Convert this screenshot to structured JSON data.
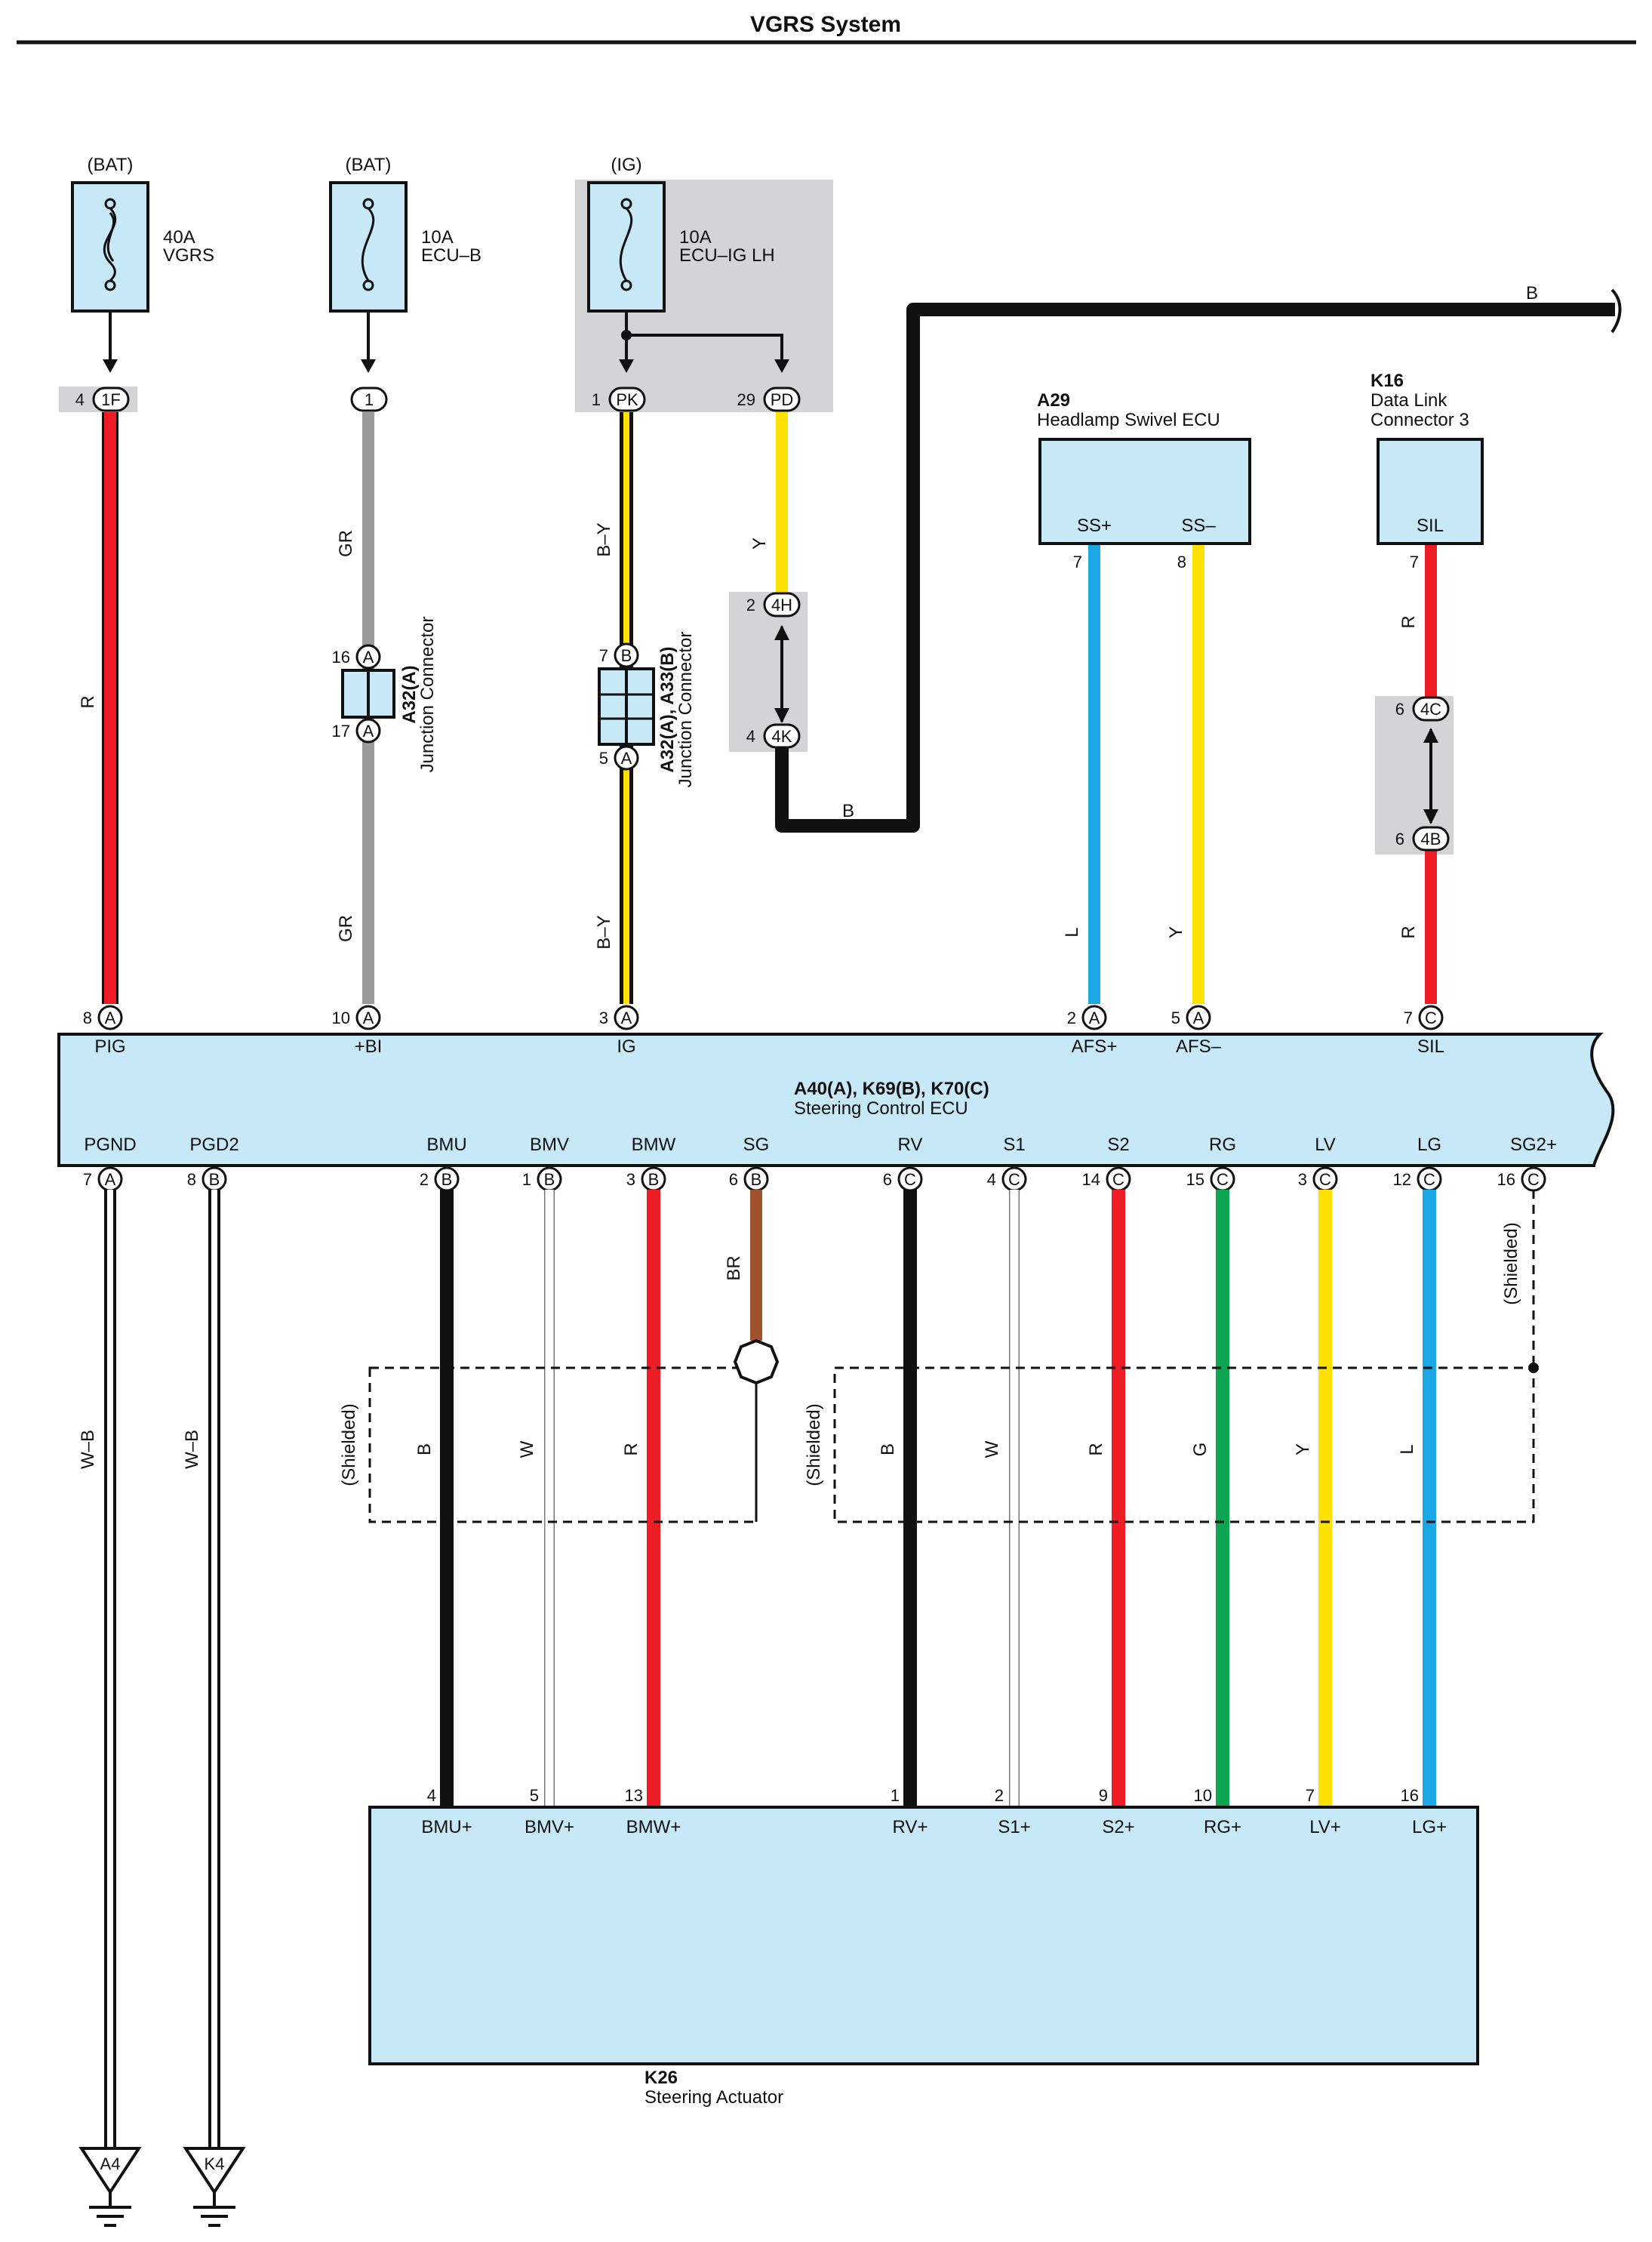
{
  "title": "VGRS System",
  "colors": {
    "R": "#ee1c25",
    "GR": "#9a9a9a",
    "B": "#111111",
    "BY": "#111111",
    "Y": "#ffe100",
    "L": "#1ba7e6",
    "W": "#ffffff",
    "G": "#0ea552",
    "BR": "#a0522d",
    "box": "#c6e8f7",
    "gray": "#d4d4d6"
  },
  "fuses": [
    {
      "source": "(BAT)",
      "amp": "40A",
      "name": "VGRS",
      "icon": "fusible-link-icon"
    },
    {
      "source": "(BAT)",
      "amp": "10A",
      "name": "ECU–B",
      "icon": "fuse-icon"
    },
    {
      "source": "(IG)",
      "amp": "10A",
      "name": "ECU–IG LH",
      "icon": "fuse-icon"
    }
  ],
  "top_connectors": {
    "f1": {
      "pin": "4",
      "code": "1F"
    },
    "ecub": {
      "pin": "",
      "code": "1"
    },
    "pk": {
      "pin": "1",
      "code": "PK"
    },
    "pd": {
      "pin": "29",
      "code": "PD"
    },
    "h4": {
      "pin": "2",
      "code": "4H"
    },
    "k4": {
      "pin": "4",
      "code": "4K"
    },
    "c4": {
      "pin": "6",
      "code": "4C"
    },
    "b4": {
      "pin": "6",
      "code": "4B"
    }
  },
  "junction_connectors": [
    {
      "code": "A32(A)",
      "desc": "Junction Connector",
      "pin_top": "16",
      "letter_top": "A",
      "pin_bottom": "17",
      "letter_bottom": "A"
    },
    {
      "code": "A32(A), A33(B)",
      "desc": "Junction Connector",
      "pin_top": "7",
      "letter_top": "B",
      "pin_bottom": "5",
      "letter_bottom": "A"
    }
  ],
  "wire_labels": {
    "vgrs": "R",
    "ecub_top": "GR",
    "ecub_bottom": "GR",
    "ig_top": "B–Y",
    "ig_bottom": "B–Y",
    "pd": "Y",
    "k4_b": "B",
    "long_b": "B",
    "ssp": "L",
    "ssm": "Y",
    "sil_top": "R",
    "sil_bottom": "R"
  },
  "headlamp_ecu": {
    "code": "A29",
    "name": "Headlamp Swivel ECU",
    "pins": [
      {
        "num": "7",
        "name": "SS+"
      },
      {
        "num": "8",
        "name": "SS–"
      }
    ]
  },
  "dlc": {
    "code": "K16",
    "name1": "Data Link",
    "name2": "Connector 3",
    "pin": {
      "num": "7",
      "name": "SIL"
    }
  },
  "ecu": {
    "code": "A40(A), K69(B), K70(C)",
    "name": "Steering Control ECU",
    "top_pins": [
      {
        "num": "8",
        "letter": "A",
        "name": "PIG"
      },
      {
        "num": "10",
        "letter": "A",
        "name": "+BI"
      },
      {
        "num": "3",
        "letter": "A",
        "name": "IG"
      },
      {
        "num": "2",
        "letter": "A",
        "name": "AFS+"
      },
      {
        "num": "5",
        "letter": "A",
        "name": "AFS–"
      },
      {
        "num": "7",
        "letter": "C",
        "name": "SIL"
      }
    ],
    "bottom_pins": [
      {
        "num": "7",
        "letter": "A",
        "name": "PGND"
      },
      {
        "num": "8",
        "letter": "B",
        "name": "PGD2"
      },
      {
        "num": "2",
        "letter": "B",
        "name": "BMU"
      },
      {
        "num": "1",
        "letter": "B",
        "name": "BMV"
      },
      {
        "num": "3",
        "letter": "B",
        "name": "BMW"
      },
      {
        "num": "6",
        "letter": "B",
        "name": "SG"
      },
      {
        "num": "6",
        "letter": "C",
        "name": "RV"
      },
      {
        "num": "4",
        "letter": "C",
        "name": "S1"
      },
      {
        "num": "14",
        "letter": "C",
        "name": "S2"
      },
      {
        "num": "15",
        "letter": "C",
        "name": "RG"
      },
      {
        "num": "3",
        "letter": "C",
        "name": "LV"
      },
      {
        "num": "12",
        "letter": "C",
        "name": "LG"
      },
      {
        "num": "16",
        "letter": "C",
        "name": "SG2+"
      }
    ]
  },
  "lower_wires": [
    {
      "color": "W–B"
    },
    {
      "color": "W–B"
    },
    {
      "color": "B"
    },
    {
      "color": "W"
    },
    {
      "color": "R"
    },
    {
      "color": "BR"
    },
    {
      "color": "B"
    },
    {
      "color": "W"
    },
    {
      "color": "R"
    },
    {
      "color": "G"
    },
    {
      "color": "Y"
    },
    {
      "color": "L"
    }
  ],
  "shielded": "(Shielded)",
  "actuator": {
    "code": "K26",
    "name": "Steering Actuator",
    "pins": [
      {
        "num": "4",
        "name": "BMU+"
      },
      {
        "num": "5",
        "name": "BMV+"
      },
      {
        "num": "13",
        "name": "BMW+"
      },
      {
        "num": "1",
        "name": "RV+"
      },
      {
        "num": "2",
        "name": "S1+"
      },
      {
        "num": "9",
        "name": "S2+"
      },
      {
        "num": "10",
        "name": "RG+"
      },
      {
        "num": "7",
        "name": "LV+"
      },
      {
        "num": "16",
        "name": "LG+"
      }
    ]
  },
  "grounds": [
    {
      "code": "A4",
      "icon": "ground-icon"
    },
    {
      "code": "K4",
      "icon": "ground-icon"
    }
  ]
}
